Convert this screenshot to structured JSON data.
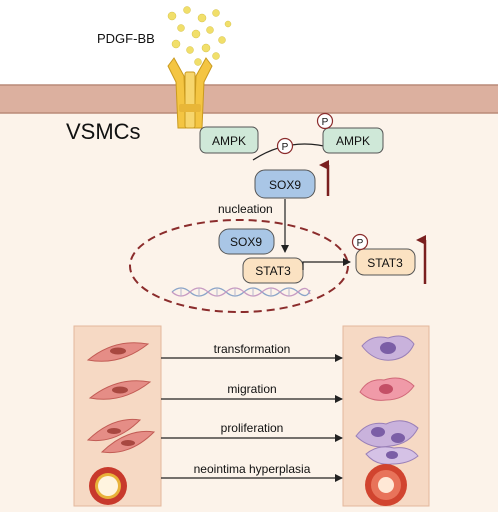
{
  "ligand": {
    "label": "PDGF-BB"
  },
  "cell": {
    "label": "VSMCs"
  },
  "proteins": {
    "ampk": "AMPK",
    "ampk_phosphorylated": "AMPK",
    "sox9": "SOX9",
    "sox9_nuclear": "SOX9",
    "stat3": "STAT3",
    "stat3_phosphorylated": "STAT3"
  },
  "phospho_marker": "P",
  "process_label": "nucleation",
  "outcomes": [
    {
      "label": "transformation"
    },
    {
      "label": "migration"
    },
    {
      "label": "proliferation"
    },
    {
      "label": "neointima hyperplasia"
    }
  ],
  "colors": {
    "membrane": "#dcb09f",
    "membrane_line": "#b98a78",
    "cytoplasm": "#fcf3ea",
    "ampk_fill": "#cfe8d8",
    "sox9_fill": "#a9c6e6",
    "stat3_fill": "#fbe2c2",
    "nucleus_border": "#8b2c2c",
    "up_arrow": "#7a1f1f",
    "receptor": "#f4c542"
  },
  "icons": {
    "up_arrow": "up-arrow-icon",
    "phospho": "phospho-circle-icon",
    "dna": "dna-helix-icon"
  }
}
